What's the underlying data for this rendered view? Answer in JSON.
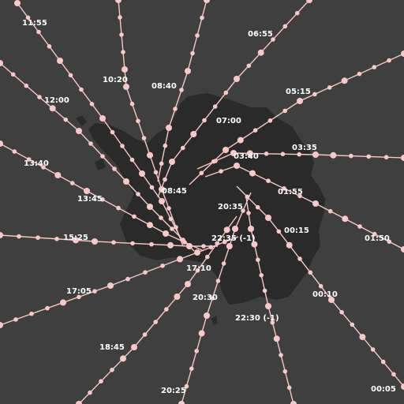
{
  "map": {
    "colors": {
      "background": "#3f3f3f",
      "landmass": "#2a2a2a",
      "track": "#f7c6c6",
      "marker": "#f9c9c9",
      "label": "#ffffff"
    },
    "time_labels": [
      {
        "id": "t-1155",
        "text": "11:55"
      },
      {
        "id": "t-0655",
        "text": "06:55"
      },
      {
        "id": "t-1020",
        "text": "10:20"
      },
      {
        "id": "t-0840",
        "text": "08:40"
      },
      {
        "id": "t-1200",
        "text": "12:00"
      },
      {
        "id": "t-0515",
        "text": "05:15"
      },
      {
        "id": "t-0700",
        "text": "07:00"
      },
      {
        "id": "t-0335",
        "text": "03:35"
      },
      {
        "id": "t-0340",
        "text": "03:40"
      },
      {
        "id": "t-1340",
        "text": "13:40"
      },
      {
        "id": "t-0845",
        "text": "08:45"
      },
      {
        "id": "t-0155",
        "text": "01:55"
      },
      {
        "id": "t-1345",
        "text": "13:45"
      },
      {
        "id": "t-2035",
        "text": "20:35"
      },
      {
        "id": "t-0015",
        "text": "00:15"
      },
      {
        "id": "t-1525",
        "text": "15:25"
      },
      {
        "id": "t-2235",
        "text": "22:35 (-1)"
      },
      {
        "id": "t-0150",
        "text": "01:50"
      },
      {
        "id": "t-1710",
        "text": "17:10"
      },
      {
        "id": "t-1705",
        "text": "17:05"
      },
      {
        "id": "t-0010",
        "text": "00:10"
      },
      {
        "id": "t-2030",
        "text": "20:30"
      },
      {
        "id": "t-2230",
        "text": "22:30 (-1)"
      },
      {
        "id": "t-1845",
        "text": "18:45"
      },
      {
        "id": "t-2025",
        "text": "20:25"
      },
      {
        "id": "t-0005",
        "text": "00:05"
      }
    ]
  }
}
